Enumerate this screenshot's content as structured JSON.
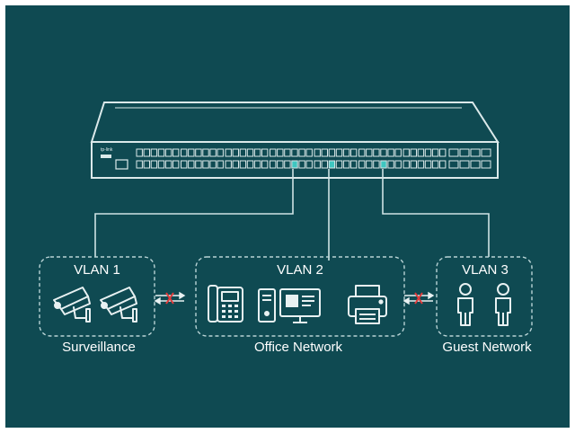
{
  "vlans": [
    {
      "label": "VLAN 1",
      "caption": "Surveillance",
      "icons": [
        "cctv-camera-icon",
        "cctv-camera-icon"
      ]
    },
    {
      "label": "VLAN 2",
      "caption": "Office Network",
      "icons": [
        "ip-phone-icon",
        "pc-tower-icon",
        "monitor-icon",
        "printer-icon"
      ]
    },
    {
      "label": "VLAN 3",
      "caption": "Guest Network",
      "icons": [
        "person-icon",
        "person-icon"
      ]
    }
  ],
  "blocked_links": [
    {
      "between": [
        "VLAN 1",
        "VLAN 2"
      ],
      "icon": "blocked-arrows-icon"
    },
    {
      "between": [
        "VLAN 2",
        "VLAN 3"
      ],
      "icon": "blocked-arrows-icon"
    }
  ],
  "switch": {
    "icon": "network-switch-icon",
    "logo": "tp-link"
  },
  "colors": {
    "background": "#0f4a52",
    "lines": "#cfe3e4",
    "highlight_port": "#3fc6c0",
    "blocked_x": "#e23a3a"
  }
}
